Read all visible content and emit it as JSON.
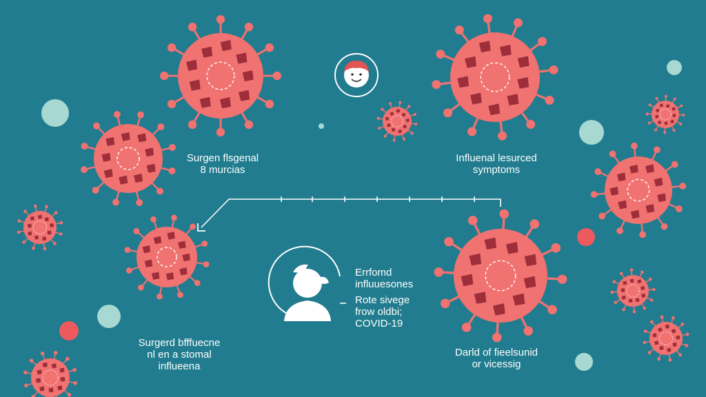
{
  "theme": {
    "background": "#207c8e",
    "virus_body": "#f07271",
    "virus_spot": "#9e2e3a",
    "virus_ring": "#ffffff",
    "bubble_light": "#a8d8d2",
    "bubble_coral": "#ec5a5e",
    "line": "#ffffff"
  },
  "icons": {
    "top_center": "smiling-face-icon",
    "bottom_center": "person-silhouette-icon",
    "connector_arrow": "arrow-left-icon"
  },
  "labels": {
    "top_left": {
      "line1": "Surgen flsgenal",
      "line2": "8 murcias"
    },
    "top_right": {
      "line1": "Influenal lesurced",
      "line2": "symptoms"
    },
    "mid_center": {
      "line1": "Errfomd",
      "line2": "influuesones",
      "line3": "Rote sivege",
      "line4": "frow oldbi;",
      "line5": "COVID-19"
    },
    "bottom_left": {
      "line1": "Surgerd bfffuecne",
      "line2": "nl en a stomal",
      "line3": "influeena"
    },
    "bottom_right": {
      "line1": "Darld of fieelsunid",
      "line2": "or vicessig"
    }
  }
}
